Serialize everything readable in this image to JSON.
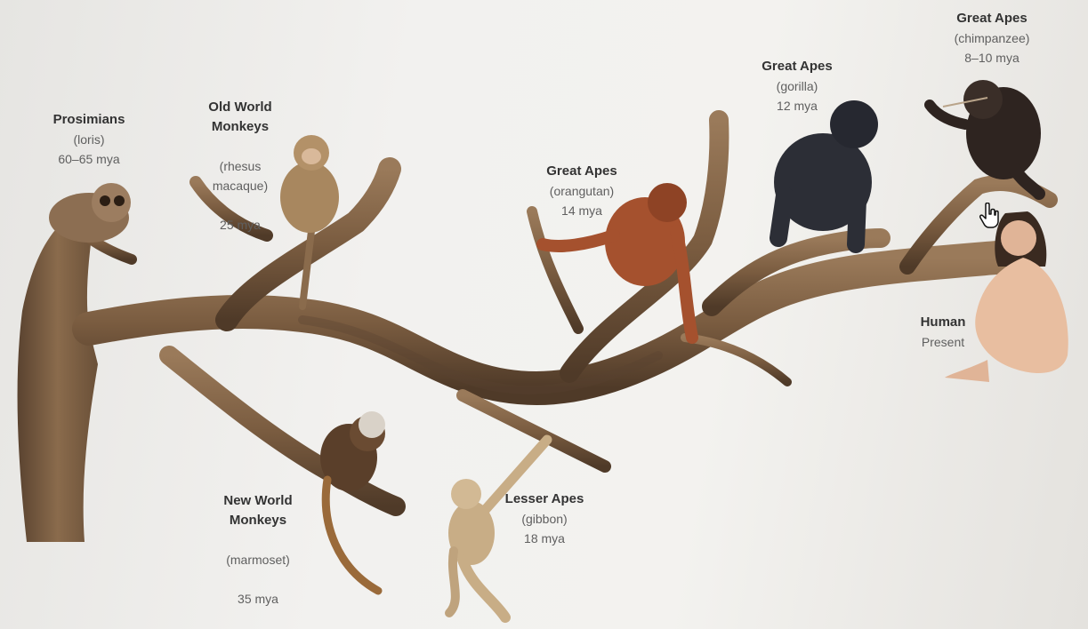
{
  "groups": [
    {
      "name": "Prosimians",
      "common": "(loris)",
      "date": "60–65 mya"
    },
    {
      "name": "Old World\nMonkeys",
      "common": "(rhesus\nmacaque)",
      "date": "25 mya"
    },
    {
      "name": "New World\nMonkeys",
      "common": "(marmoset)",
      "date": "35 mya"
    },
    {
      "name": "Lesser Apes",
      "common": "(gibbon)",
      "date": "18 mya"
    },
    {
      "name": "Great Apes",
      "common": "(orangutan)",
      "date": "14 mya"
    },
    {
      "name": "Great Apes",
      "common": "(gorilla)",
      "date": "12 mya"
    },
    {
      "name": "Great Apes",
      "common": "(chimpanzee)",
      "date": "8–10 mya"
    },
    {
      "name": "Human",
      "common": "Present",
      "date": ""
    }
  ],
  "colors": {
    "bark": "#7a5c40",
    "bark_dark": "#4f3a28",
    "label_name": "#333333",
    "label_text": "#5f5f5f"
  },
  "icons": {
    "cursor": "hand-pointer-icon"
  }
}
